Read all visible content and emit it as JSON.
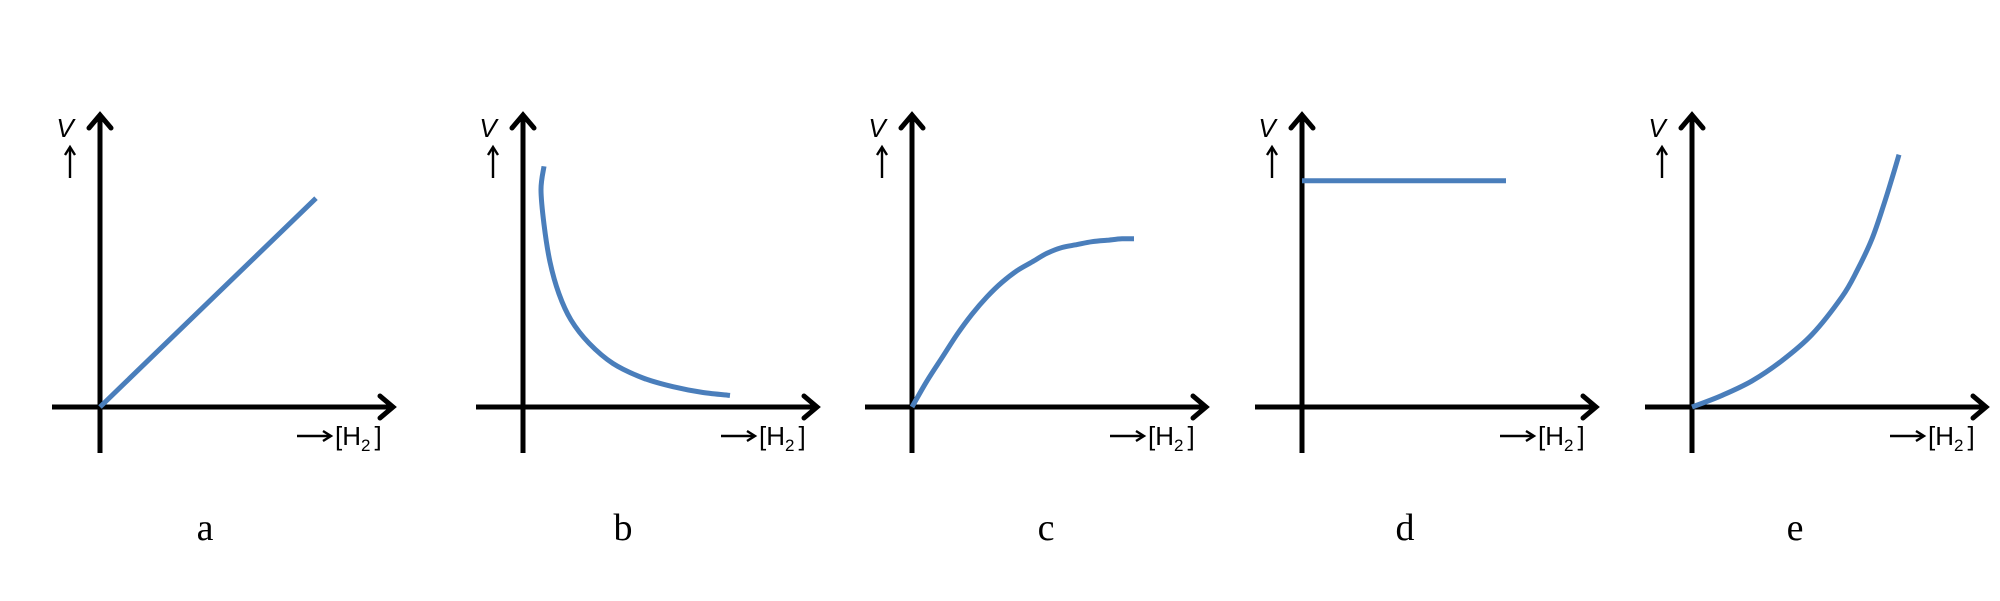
{
  "colors": {
    "curve": "#4a7ebb",
    "axis": "#000000"
  },
  "chart_data": [
    {
      "type": "line",
      "panel_label": "a",
      "ylabel": "V",
      "xlabel": {
        "main": "[H",
        "sub": "2",
        "close": "]"
      },
      "xlim": [
        0,
        1
      ],
      "ylim": [
        0,
        1
      ],
      "series": [
        {
          "x": [
            0,
            0.72
          ],
          "y": [
            0,
            0.72
          ]
        }
      ]
    },
    {
      "type": "line",
      "panel_label": "b",
      "ylabel": "V",
      "xlabel": {
        "main": "[H",
        "sub": "2",
        "close": "]"
      },
      "xlim": [
        0,
        1
      ],
      "ylim": [
        0,
        1
      ],
      "series": [
        {
          "x": [
            0.07,
            0.06,
            0.07,
            0.09,
            0.12,
            0.16,
            0.22,
            0.3,
            0.4,
            0.5,
            0.6,
            0.69
          ],
          "y": [
            0.83,
            0.75,
            0.63,
            0.5,
            0.39,
            0.3,
            0.22,
            0.15,
            0.1,
            0.07,
            0.05,
            0.04
          ]
        }
      ]
    },
    {
      "type": "line",
      "panel_label": "c",
      "ylabel": "V",
      "xlabel": {
        "main": "[H",
        "sub": "2",
        "close": "]"
      },
      "xlim": [
        0,
        1
      ],
      "ylim": [
        0,
        1
      ],
      "series": [
        {
          "x": [
            0,
            0.05,
            0.1,
            0.15,
            0.2,
            0.25,
            0.3,
            0.35,
            0.4,
            0.45,
            0.5,
            0.55,
            0.6,
            0.65,
            0.7,
            0.74
          ],
          "y": [
            0,
            0.09,
            0.17,
            0.25,
            0.32,
            0.38,
            0.43,
            0.47,
            0.5,
            0.53,
            0.55,
            0.56,
            0.57,
            0.575,
            0.58,
            0.58
          ]
        }
      ]
    },
    {
      "type": "line",
      "panel_label": "d",
      "ylabel": "V",
      "xlabel": {
        "main": "[H",
        "sub": "2",
        "close": "]"
      },
      "xlim": [
        0,
        1
      ],
      "ylim": [
        0,
        1
      ],
      "series": [
        {
          "x": [
            0,
            0.68
          ],
          "y": [
            0.78,
            0.78
          ]
        }
      ]
    },
    {
      "type": "line",
      "panel_label": "e",
      "ylabel": "V",
      "xlabel": {
        "main": "[H",
        "sub": "2",
        "close": "]"
      },
      "xlim": [
        0,
        1
      ],
      "ylim": [
        0,
        1
      ],
      "series": [
        {
          "x": [
            0,
            0.1,
            0.2,
            0.3,
            0.4,
            0.5,
            0.55,
            0.6,
            0.64,
            0.67,
            0.69
          ],
          "y": [
            0,
            0.04,
            0.09,
            0.16,
            0.25,
            0.38,
            0.47,
            0.58,
            0.7,
            0.8,
            0.87
          ]
        }
      ]
    }
  ]
}
